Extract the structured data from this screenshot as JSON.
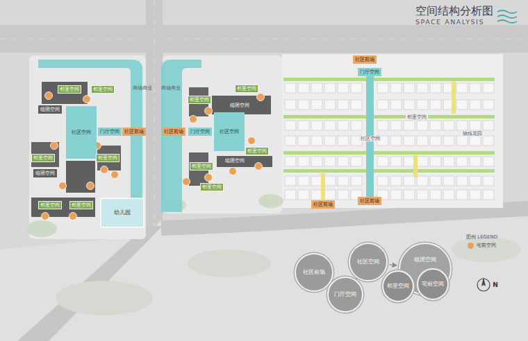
{
  "diagram": {
    "title": "空间结构分析图",
    "nodes": [
      {
        "text": [
          "邻里空间"
        ]
      },
      {
        "text": [
          "邻里空间"
        ]
      },
      {
        "text": [
          "组团空间"
        ]
      },
      {
        "text": [
          "社区空间"
        ]
      },
      {
        "text": [
          "门厅空间"
        ]
      },
      {
        "text": [
          "社区前场"
        ]
      },
      {
        "text": [
          "邻里空间"
        ]
      },
      {
        "text": [
          "邻里空间"
        ]
      },
      {
        "text": [
          "组团空间"
        ]
      },
      {
        "text": [
          "邻里空间"
        ]
      },
      {
        "text": [
          "邻里空间"
        ]
      },
      {
        "text": [
          "幼儿园"
        ]
      },
      {
        "text": [
          "邻里空间"
        ]
      },
      {
        "text": [
          "邻里空间"
        ]
      },
      {
        "text": [
          "组团空间"
        ]
      },
      {
        "text": [
          "社区前场"
        ]
      },
      {
        "text": [
          "门厅空间"
        ]
      },
      {
        "text": [
          "社区空间"
        ]
      },
      {
        "text": [
          "邻里空间"
        ]
      },
      {
        "text": [
          "组团空间"
        ]
      },
      {
        "text": [
          "邻里空间"
        ]
      },
      {
        "text": [
          "邻里空间"
        ]
      },
      {
        "text": [
          "社区前场"
        ]
      },
      {
        "text": [
          "门厅空间"
        ]
      },
      {
        "text": [
          "社区前场"
        ]
      },
      {
        "text": [
          "社区前场"
        ]
      },
      {
        "text": [
          "社区前场"
        ]
      },
      {
        "text": [
          "门厅空间"
        ]
      },
      {
        "text": [
          "社区空间"
        ]
      },
      {
        "text": [
          "组团空间"
        ]
      },
      {
        "text": [
          "邻里空间"
        ],
        "in": 29
      },
      {
        "text": [
          "宅前空间"
        ],
        "in": 29
      }
    ],
    "edges": [
      {
        "from": 26,
        "to": 27,
        "arrow": "to"
      },
      {
        "from": 27,
        "to": 28,
        "arrow": "to"
      },
      {
        "from": 28,
        "to": 29,
        "arrow": "to"
      }
    ],
    "labels": [
      "SPACE ANALYSIS",
      "商场商业",
      "商场商业",
      "邻里空间",
      "社区空间",
      "轴线花园",
      "N",
      "图例 LEGEND"
    ],
    "legend": [
      {
        "text": "宅前空间",
        "color": "#e8a15a"
      }
    ]
  }
}
